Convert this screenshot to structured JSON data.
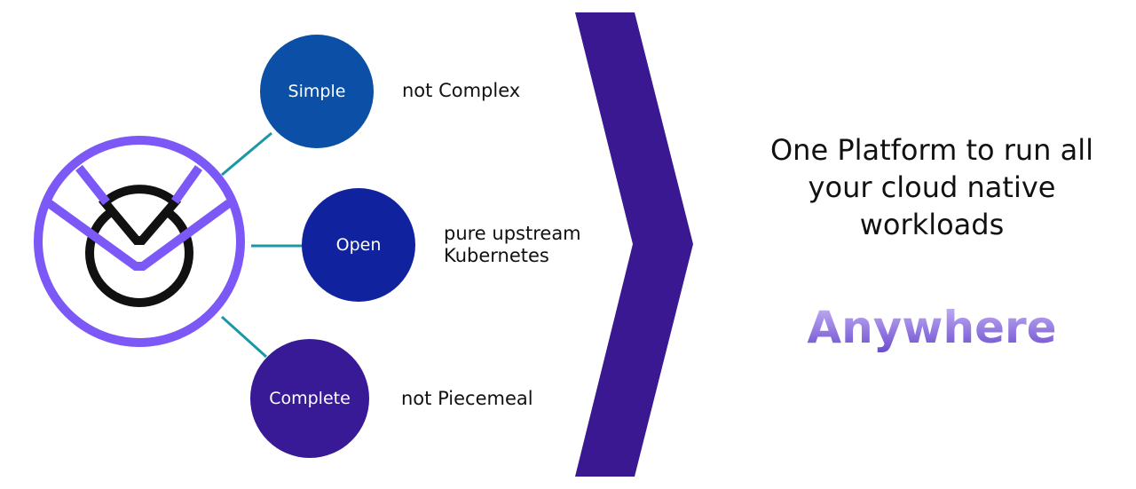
{
  "pillars": [
    {
      "label": "Simple",
      "contrast": "not Complex",
      "color": "#0b4fa6"
    },
    {
      "label": "Open",
      "contrast": "pure upstream Kubernetes",
      "contrast_lines": [
        "pure upstream",
        "Kubernetes"
      ],
      "color": "#10229e"
    },
    {
      "label": "Complete",
      "contrast": "not Piecemeal",
      "color": "#381a96"
    }
  ],
  "headline": "One Platform to run all your cloud native workloads",
  "headline_lines": [
    "One Platform to run all",
    "your cloud native",
    "workloads"
  ],
  "tagline": "Anywhere",
  "colors": {
    "logo_purple": "#7c58f7",
    "chevron": "#391891",
    "connector": "#1b97a8"
  }
}
